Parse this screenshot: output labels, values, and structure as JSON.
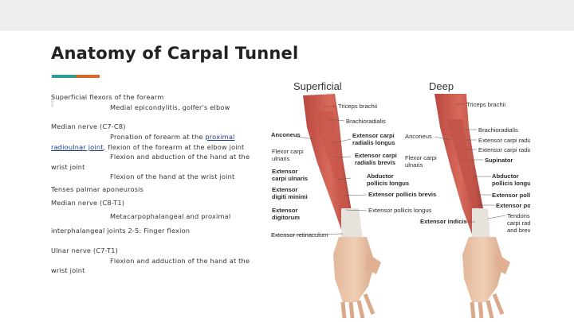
{
  "slide": {
    "title": "Anatomy of Carpal Tunnel",
    "accent_colors": [
      "#2a9d96",
      "#d9682a"
    ],
    "notes": {
      "l1": "Superficial flexors of the forearm",
      "l2": "Medial epicondylitis, golfer's elbow",
      "l3": "Median nerve (C7-C8)",
      "l4a": "Pronation of forearm at the ",
      "l4_link": "proximal",
      "l5_link": "radioulnar joint",
      "l5b": ", flexion of the forearm at the elbow joint",
      "l6": "Flexion and abduction of the hand at the",
      "l7": "wrist joint",
      "l8": "Flexion of the hand at the wrist joint",
      "l9": "Tenses palmar aponeurosis",
      "l10": "Median nerve (C8-T1)",
      "l11": "Metacarpophalangeal and proximal",
      "l12": "interphalangeal joints 2-5: Finger flexion",
      "l13": "Ulnar nerve (C7-T1)",
      "l14": "Flexion and adduction of the hand at the",
      "l15": "wrist joint"
    }
  },
  "figure": {
    "heading_superficial": "Superficial",
    "heading_deep": "Deep",
    "superficial_labels": {
      "triceps": "Triceps brachii",
      "brachioradialis": "Brachioradialis",
      "anconeus": "Anconeus",
      "ecrl1": "Extensor carpi",
      "ecrl2": "radialis longus",
      "fcu1": "Flexor carpi",
      "fcu2": "ulnaris",
      "ecrb1": "Extensor carpi",
      "ecrb2": "radialis brevis",
      "ecu1": "Extensor",
      "ecu2": "carpi ulnaris",
      "apl1": "Abductor",
      "apl2": "pollicis longus",
      "edm1": "Extensor",
      "edm2": "digiti minimi",
      "epb": "Extensor pollicis brevis",
      "ed1": "Extensor",
      "ed2": "digitorum",
      "epl": "Extensor pollicis longus",
      "retinaculum": "Extensor retinaculum"
    },
    "deep_labels": {
      "triceps": "Triceps brachii",
      "brachioradialis": "Brachioradialis",
      "ecrl": "Extensor carpi radialis longus",
      "ecrb": "Extensor carpi radialis brevis",
      "anconeus": "Anconeus",
      "fcu1": "Flexor carpi",
      "fcu2": "ulnaris",
      "supinator": "Supinator",
      "apl1": "Abductor",
      "apl2": "pollicis longus",
      "epb": "Extensor pollicis brevis",
      "epl": "Extensor pollicis longus",
      "ei": "Extensor indicis",
      "tendons1": "Tendons of extensor",
      "tendons2": "carpi radialis longus",
      "tendons3": "and brevis"
    }
  }
}
